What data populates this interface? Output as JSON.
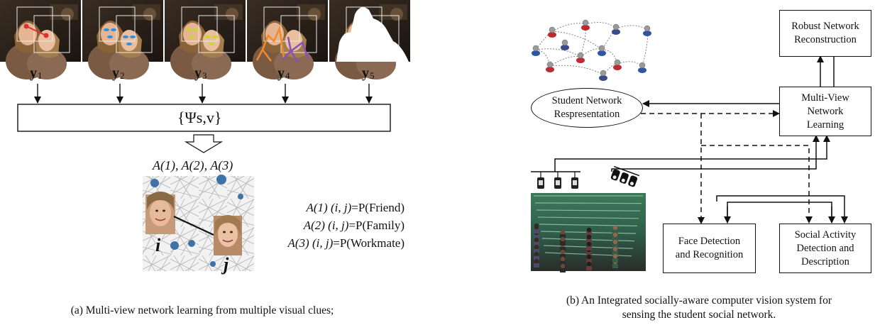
{
  "left_panel": {
    "frame_labels": [
      "y",
      "y",
      "y",
      "y",
      "y"
    ],
    "frame_indices": [
      "1",
      "2",
      "3",
      "4",
      "5"
    ],
    "psi_box_label": "{Ψs,v}",
    "adjacency_header": "A(1), A(2), A(3)",
    "node_labels": [
      "i",
      "j"
    ],
    "relations": [
      {
        "matrix": "A(1)",
        "args": "(i, j)",
        "meaning": "=P(Friend)"
      },
      {
        "matrix": "A(2)",
        "args": "(i, j)",
        "meaning": "=P(Family)"
      },
      {
        "matrix": "A(3)",
        "args": "(i, j)",
        "meaning": "=P(Workmate)"
      }
    ],
    "caption": "(a) Multi-view network learning from multiple visual clues;"
  },
  "right_panel": {
    "robust_box": "Robust Network\nReconstruction",
    "mvnl_box": "Multi-View\nNetwork\nLearning",
    "student_ellipse": "Student Network\nRespresentation",
    "face_box": "Face Detection\nand Recognition",
    "social_box": "Social Activity\nDetection and\nDescription",
    "caption_line1": "(b) An Integrated socially-aware computer vision system for",
    "caption_line2": "sensing the student social network."
  },
  "colors": {
    "node_blue": "#2f57a0",
    "node_red": "#c0292e",
    "node_gray": "#8a8a8a",
    "graph_node": "#3f72a8",
    "pose_orange": "#f08a2a",
    "pose_purple": "#8a4fbf",
    "face_red": "#e03030",
    "face_blue": "#2a90e0",
    "face_yellow": "#c8d82a"
  },
  "icons": [
    "camera-icon",
    "ceiling-camera-icon",
    "down-arrow-icon"
  ]
}
